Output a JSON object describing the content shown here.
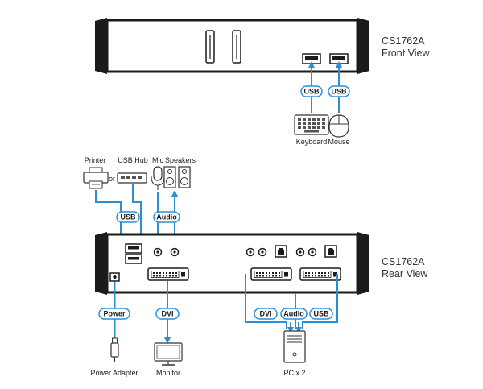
{
  "front": {
    "title": "CS1762A",
    "subtitle": "Front View"
  },
  "rear": {
    "title": "CS1762A",
    "subtitle": "Rear View"
  },
  "pills": {
    "usb": "USB",
    "audio": "Audio",
    "power": "Power",
    "dvi": "DVI"
  },
  "devices": {
    "printer": "Printer",
    "or": "or",
    "usb_hub": "USB Hub",
    "mic": "Mic",
    "speakers": "Speakers",
    "keyboard": "Keyboard",
    "mouse": "Mouse",
    "power_adapter": "Power Adapter",
    "monitor": "Monitor",
    "pc": "PC x 2"
  },
  "colors": {
    "accent": "#2c8fd6",
    "device_dark": "#1b1b1b",
    "panel": "#ffffff"
  }
}
